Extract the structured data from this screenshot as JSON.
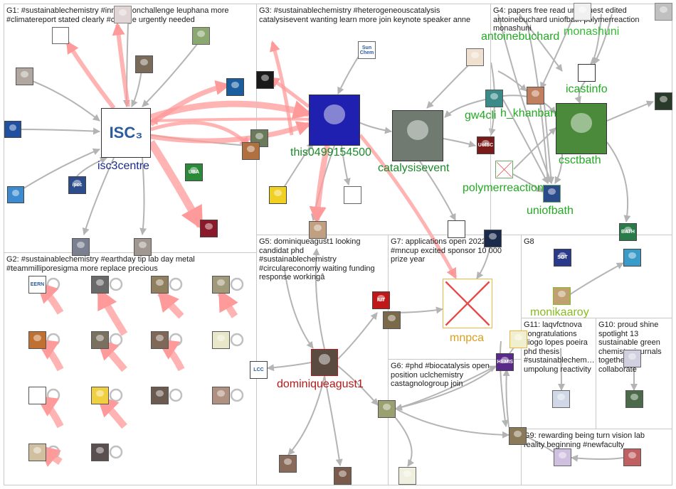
{
  "groups": [
    {
      "id": "G1",
      "text": "G1: #sustainablechemistry #innovationchallenge leuphana more\n#climatereport stated clearly #change urgently needed"
    },
    {
      "id": "G2",
      "text": "G2: #sustainablechemistry #earthday tip lab day metal\n#teammilliporesigma more replace precious"
    },
    {
      "id": "G3",
      "text": "G3: #sustainablechemistry #heterogeneouscatalysis\ncatalysisevent wanting learn more join keynote speaker anne"
    },
    {
      "id": "G4",
      "text": "G4: papers free read until guest edited\nantoinebuchard uniofbath polymerreaction\nmonashuni"
    },
    {
      "id": "G5",
      "text": "G5: dominiqueagust1 looking\ncandidat phd\n#sustainablechemistry\n#circulareconomy waiting funding\nresponse workingâ"
    },
    {
      "id": "G6",
      "text": "G6: #phd #biocatalysis open\nposition uclchemistry\ncastagnologroup join"
    },
    {
      "id": "G7",
      "text": "G7: applications open 2022\n#mncup excited sponsor 10 000\nprize year"
    },
    {
      "id": "G8",
      "text": "G8"
    },
    {
      "id": "G9",
      "text": "G9: rewarding being turn vision lab\nreality beginning #newfaculty"
    },
    {
      "id": "G10",
      "text": "G10: proud shine\nspotlight 13\nsustainable green\nchemistry journals\ntogether\ncollaborate"
    },
    {
      "id": "G11",
      "text": "G11: laqvfctnova\ncongratulations\ndiogo lopes poeira\nphd thesis\n#sustainablechem…\numpolung reactivity"
    }
  ],
  "node_labels": [
    {
      "id": "isc3centre",
      "text": "isc3centre",
      "color": "#1a2a8a"
    },
    {
      "id": "this0499154500",
      "text": "this0499154500",
      "color": "#1a8a2a"
    },
    {
      "id": "catalysisevent",
      "text": "catalysisevent",
      "color": "#1a8a2a"
    },
    {
      "id": "antoinebuchard",
      "text": "antoinebuchard",
      "color": "#22aa22"
    },
    {
      "id": "monashuni",
      "text": "monashuni",
      "color": "#33bb33"
    },
    {
      "id": "icastinfo",
      "text": "icastinfo",
      "color": "#22aa22"
    },
    {
      "id": "gw4clim",
      "text": "gw4cli",
      "color": "#22aa22"
    },
    {
      "id": "h_khanban",
      "text": "h_khanban",
      "color": "#22aa22"
    },
    {
      "id": "csctbath",
      "text": "csctbath",
      "color": "#22aa22"
    },
    {
      "id": "polymerreaction",
      "text": "polymerreaction",
      "color": "#22aa22"
    },
    {
      "id": "uniofbath",
      "text": "uniofbath",
      "color": "#22aa22"
    },
    {
      "id": "dominiqueagust1",
      "text": "dominiqueagust1",
      "color": "#b81818"
    },
    {
      "id": "mnpca",
      "text": "mnpca",
      "color": "#d8a020"
    },
    {
      "id": "monikaaroy",
      "text": "monikaaroy",
      "color": "#88bb22"
    }
  ],
  "node_icons": [
    {
      "id": "isc3-logo",
      "text": "ISC₃"
    },
    {
      "id": "ipcc-logo",
      "text": "ipcc"
    },
    {
      "id": "uba-logo",
      "text": "UBA"
    },
    {
      "id": "sun-chem-logo",
      "text": "Sun\nChem"
    },
    {
      "id": "uofsc-logo",
      "text": "UofSC"
    },
    {
      "id": "bath-logo",
      "text": "BATH"
    },
    {
      "id": "sot-logo",
      "text": "SOT"
    },
    {
      "id": "eern-logo",
      "text": "EERN"
    },
    {
      "id": "lcc-logo",
      "text": "LCC"
    },
    {
      "id": "iut-logo",
      "text": "IUT"
    },
    {
      "id": "chemistry-logo",
      "text": "CHEMIST"
    }
  ],
  "colors": {
    "panel_border": "#c8c8c8",
    "edge_gray": "#b4b4b4",
    "edge_red": "#ff9a9a",
    "broken_image_x": "#e84848",
    "mnpca_border": "#e8b840"
  }
}
